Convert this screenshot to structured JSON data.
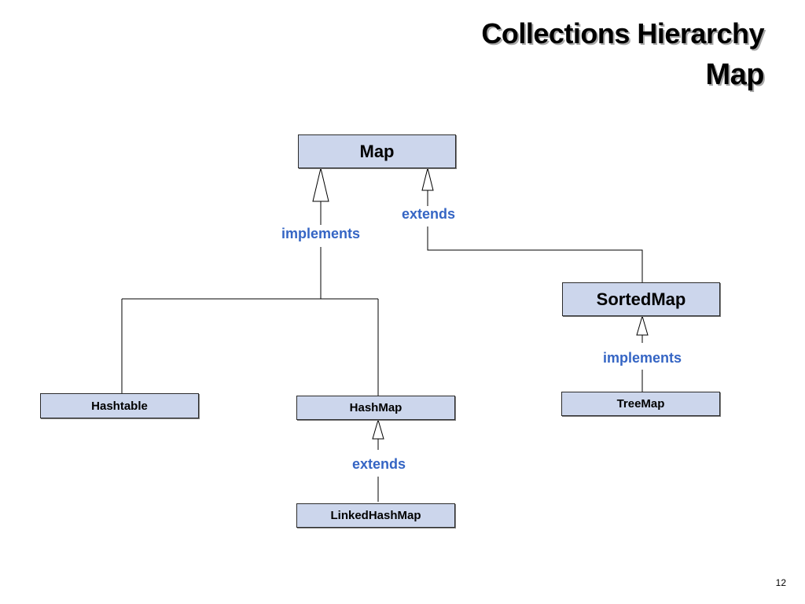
{
  "slide": {
    "title_line1": "Collections Hierarchy",
    "title_line2": "Map",
    "page_number": "12"
  },
  "diagram": {
    "nodes": {
      "map": "Map",
      "sorted_map": "SortedMap",
      "hashtable": "Hashtable",
      "hash_map": "HashMap",
      "tree_map": "TreeMap",
      "linked_hash_map": "LinkedHashMap"
    },
    "edges": [
      {
        "from": "Hashtable",
        "to": "Map",
        "label": "implements"
      },
      {
        "from": "HashMap",
        "to": "Map",
        "label": "implements"
      },
      {
        "from": "SortedMap",
        "to": "Map",
        "label": "extends"
      },
      {
        "from": "TreeMap",
        "to": "SortedMap",
        "label": "implements"
      },
      {
        "from": "LinkedHashMap",
        "to": "HashMap",
        "label": "extends"
      }
    ],
    "labels": {
      "map_implements": "implements",
      "map_extends": "extends",
      "sortedmap_implements": "implements",
      "hashmap_extends": "extends"
    },
    "colors": {
      "box_fill": "#ccd6ec",
      "label_text": "#3565c4"
    }
  }
}
